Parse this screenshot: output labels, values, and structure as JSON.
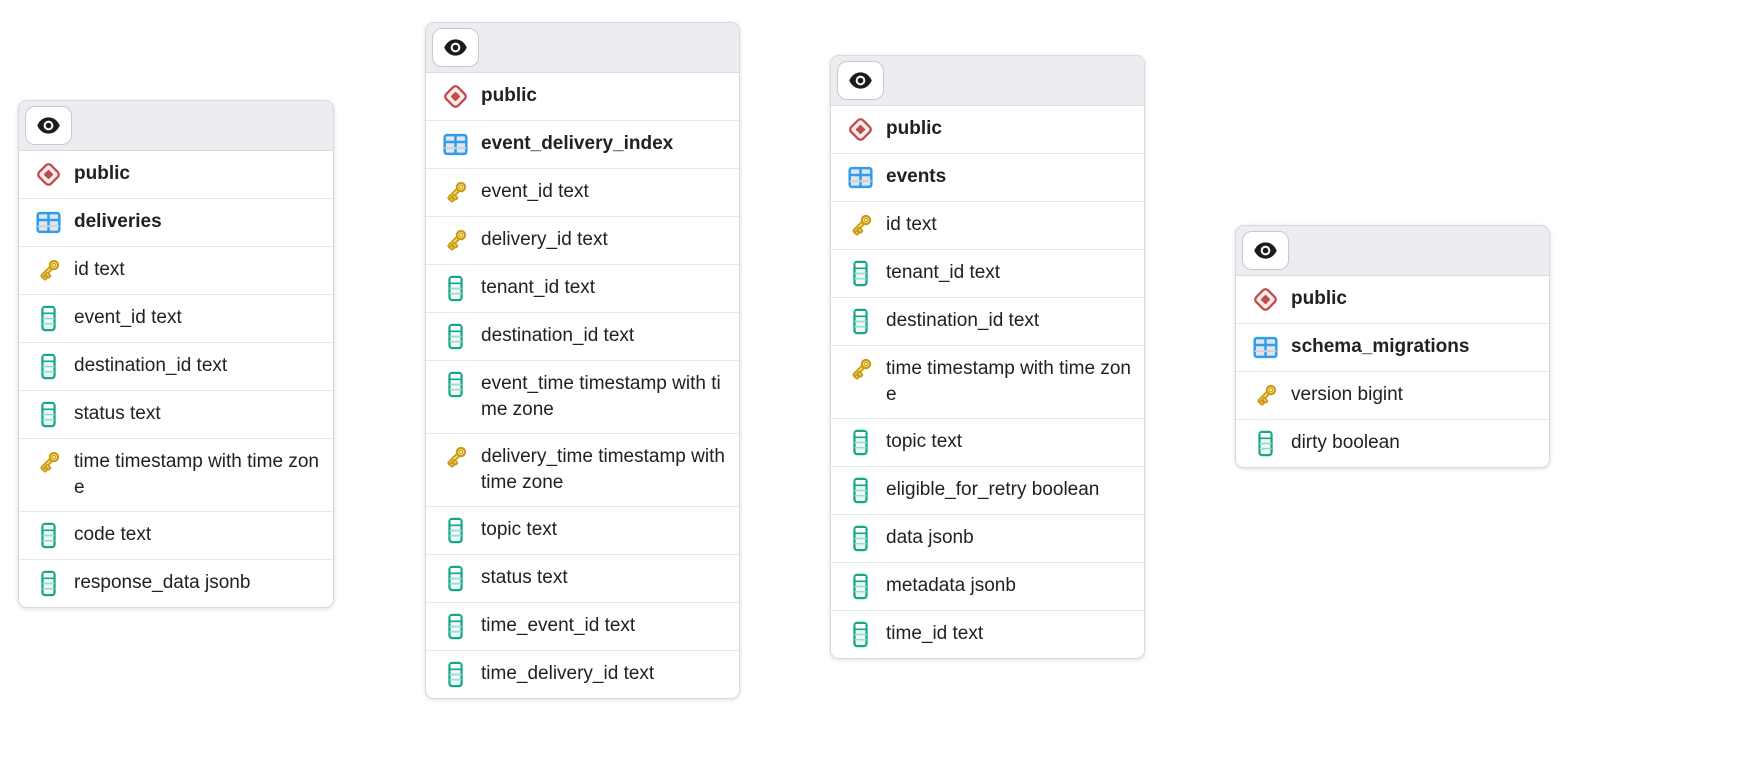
{
  "diagram": {
    "kind": "database-schema",
    "schema_label": "public"
  },
  "colors": {
    "card_background": "#ffffff",
    "card_border": "#d7d9de",
    "header_background": "#ebedf0",
    "row_divider": "#e6e8eb",
    "text": "#202124",
    "schema_icon_red": "#bf4b4b",
    "table_icon_blue": "#2f9ced",
    "column_icon_teal": "#16a68c",
    "key_icon_gold": "#e3b81f",
    "eye_icon_black": "#1c1c1e"
  },
  "tables": [
    {
      "schema": "public",
      "name": "deliveries",
      "header_icon": "eye-icon",
      "schema_icon": "diamond-icon",
      "table_icon": "table-grid-icon",
      "columns": [
        {
          "label": "id text",
          "icon": "key-icon"
        },
        {
          "label": "event_id text",
          "icon": "column-icon"
        },
        {
          "label": "destination_id text",
          "icon": "column-icon"
        },
        {
          "label": "status text",
          "icon": "column-icon"
        },
        {
          "label": "time timestamp with time zone",
          "icon": "key-icon"
        },
        {
          "label": "code text",
          "icon": "column-icon"
        },
        {
          "label": "response_data jsonb",
          "icon": "column-icon"
        }
      ]
    },
    {
      "schema": "public",
      "name": "event_delivery_index",
      "header_icon": "eye-icon",
      "schema_icon": "diamond-icon",
      "table_icon": "table-grid-icon",
      "columns": [
        {
          "label": "event_id text",
          "icon": "key-icon"
        },
        {
          "label": "delivery_id text",
          "icon": "key-icon"
        },
        {
          "label": "tenant_id text",
          "icon": "column-icon"
        },
        {
          "label": "destination_id text",
          "icon": "column-icon"
        },
        {
          "label": "event_time timestamp with time zone",
          "icon": "column-icon"
        },
        {
          "label": "delivery_time timestamp with time zone",
          "icon": "key-icon"
        },
        {
          "label": "topic text",
          "icon": "column-icon"
        },
        {
          "label": "status text",
          "icon": "column-icon"
        },
        {
          "label": "time_event_id text",
          "icon": "column-icon"
        },
        {
          "label": "time_delivery_id text",
          "icon": "column-icon"
        }
      ]
    },
    {
      "schema": "public",
      "name": "events",
      "header_icon": "eye-icon",
      "schema_icon": "diamond-icon",
      "table_icon": "table-grid-icon",
      "columns": [
        {
          "label": "id text",
          "icon": "key-icon"
        },
        {
          "label": "tenant_id text",
          "icon": "column-icon"
        },
        {
          "label": "destination_id text",
          "icon": "column-icon"
        },
        {
          "label": "time timestamp with time zone",
          "icon": "key-icon"
        },
        {
          "label": "topic text",
          "icon": "column-icon"
        },
        {
          "label": "eligible_for_retry boolean",
          "icon": "column-icon"
        },
        {
          "label": "data jsonb",
          "icon": "column-icon"
        },
        {
          "label": "metadata jsonb",
          "icon": "column-icon"
        },
        {
          "label": "time_id text",
          "icon": "column-icon"
        }
      ]
    },
    {
      "schema": "public",
      "name": "schema_migrations",
      "header_icon": "eye-icon",
      "schema_icon": "diamond-icon",
      "table_icon": "table-grid-icon",
      "columns": [
        {
          "label": "version bigint",
          "icon": "key-icon"
        },
        {
          "label": "dirty boolean",
          "icon": "column-icon"
        }
      ]
    }
  ]
}
